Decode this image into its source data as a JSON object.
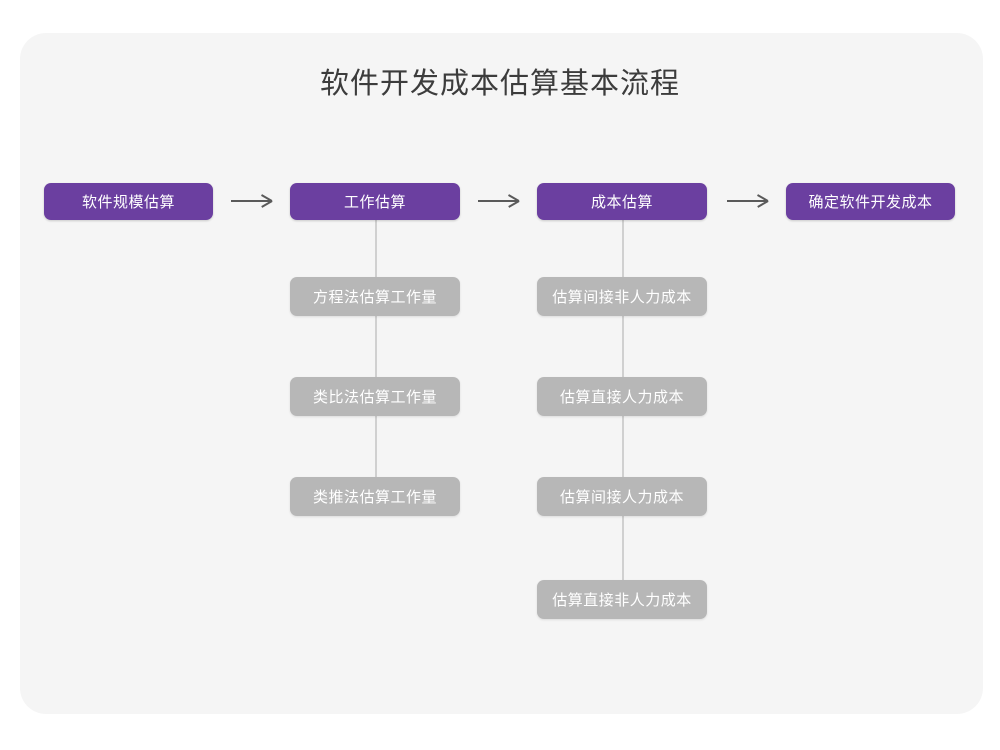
{
  "title": "软件开发成本估算基本流程",
  "colors": {
    "primary": "#6b3fa0",
    "secondary": "#b7b7b7",
    "card_background": "#f5f5f5",
    "page_background": "#ffffff",
    "title_text": "#3c3c3c",
    "node_text": "#ffffff",
    "connector": "#d0d0d0",
    "arrow": "#5a5a5a"
  },
  "flow": {
    "stages": [
      {
        "label": "软件规模估算"
      },
      {
        "label": "工作估算"
      },
      {
        "label": "成本估算"
      },
      {
        "label": "确定软件开发成本"
      }
    ],
    "arrows": [
      {
        "glyph": "⟶"
      },
      {
        "glyph": "⟶"
      },
      {
        "glyph": "⟶"
      }
    ]
  },
  "branches": [
    {
      "parent": "工作估算",
      "items": [
        {
          "label": "方程法估算工作量"
        },
        {
          "label": "类比法估算工作量"
        },
        {
          "label": "类推法估算工作量"
        }
      ]
    },
    {
      "parent": "成本估算",
      "items": [
        {
          "label": "估算间接非人力成本"
        },
        {
          "label": "估算直接人力成本"
        },
        {
          "label": "估算间接人力成本"
        },
        {
          "label": "估算直接非人力成本"
        }
      ]
    }
  ]
}
